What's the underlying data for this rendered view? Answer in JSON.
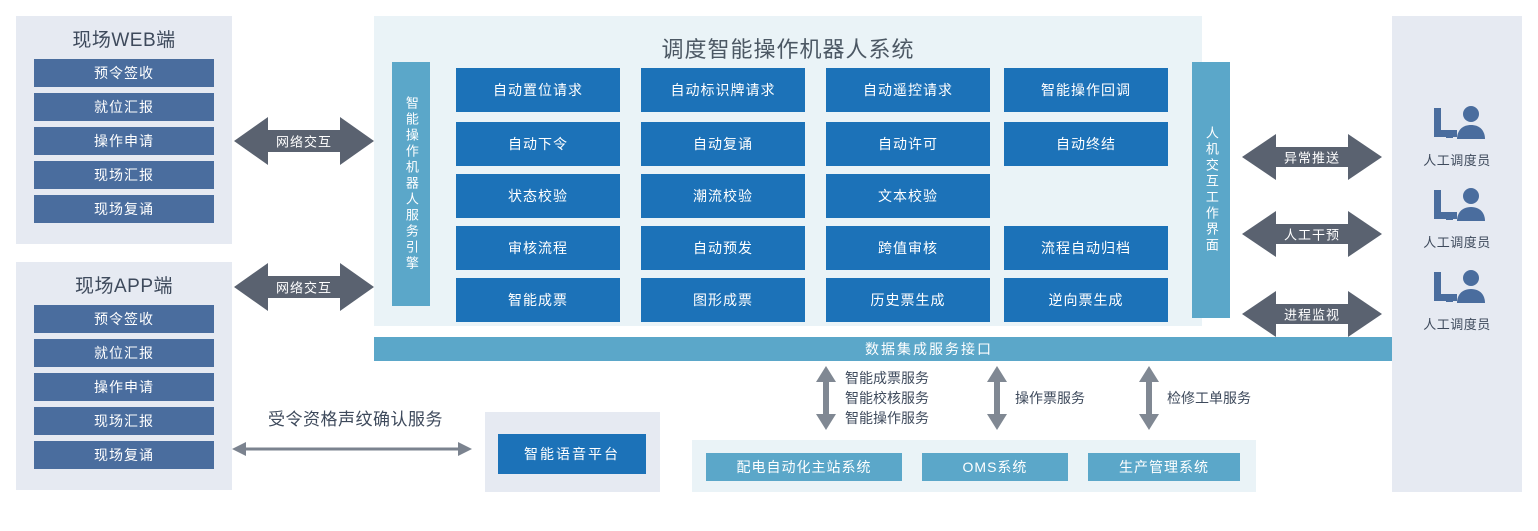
{
  "left_clients": [
    {
      "title": "现场WEB端",
      "buttons": [
        "预令签收",
        "就位汇报",
        "操作申请",
        "现场汇报",
        "现场复诵"
      ]
    },
    {
      "title": "现场APP端",
      "buttons": [
        "预令签收",
        "就位汇报",
        "操作申请",
        "现场汇报",
        "现场复诵"
      ]
    }
  ],
  "left_arrows": [
    "网络交互",
    "网络交互"
  ],
  "center": {
    "title": "调度智能操作机器人系统",
    "left_vbar": "智能操作机器人服务引擎",
    "right_vbar": "人机交互工作界面",
    "grid_rows": [
      [
        "自动置位请求",
        "自动标识牌请求",
        "自动遥控请求",
        "智能操作回调"
      ],
      [
        "自动下令",
        "自动复诵",
        "自动许可",
        "自动终结"
      ],
      [
        "状态校验",
        "潮流校验",
        "文本校验"
      ],
      [
        "审核流程",
        "自动预发",
        "跨值审核",
        "流程自动归档"
      ],
      [
        "智能成票",
        "图形成票",
        "历史票生成",
        "逆向票生成"
      ]
    ]
  },
  "data_bar": "数据集成服务接口",
  "service_labels": [
    "智能成票服务\n智能校核服务\n智能操作服务",
    "操作票服务",
    "检修工单服务"
  ],
  "bottom_systems": [
    "配电自动化主站系统",
    "OMS系统",
    "生产管理系统"
  ],
  "voice": {
    "label": "受令资格声纹确认服务",
    "box": "智能语音平台"
  },
  "right_arrows": [
    "异常推送",
    "人工干预",
    "进程监视"
  ],
  "operators": [
    {
      "label": "人工调度员",
      "icon": "operator-desk-icon"
    },
    {
      "label": "人工调度员",
      "icon": "operator-desk-icon"
    },
    {
      "label": "人工调度员",
      "icon": "operator-desk-icon"
    }
  ],
  "colors": {
    "accent_blue": "#1c72b8",
    "teal": "#5ba7c9",
    "slate_blue": "#4a6d9e",
    "panel_grey": "#e6eaf2",
    "panel_blue": "#eaf3f7",
    "arrow_grey": "#5a6270",
    "text_dark": "#3e4a5c"
  }
}
